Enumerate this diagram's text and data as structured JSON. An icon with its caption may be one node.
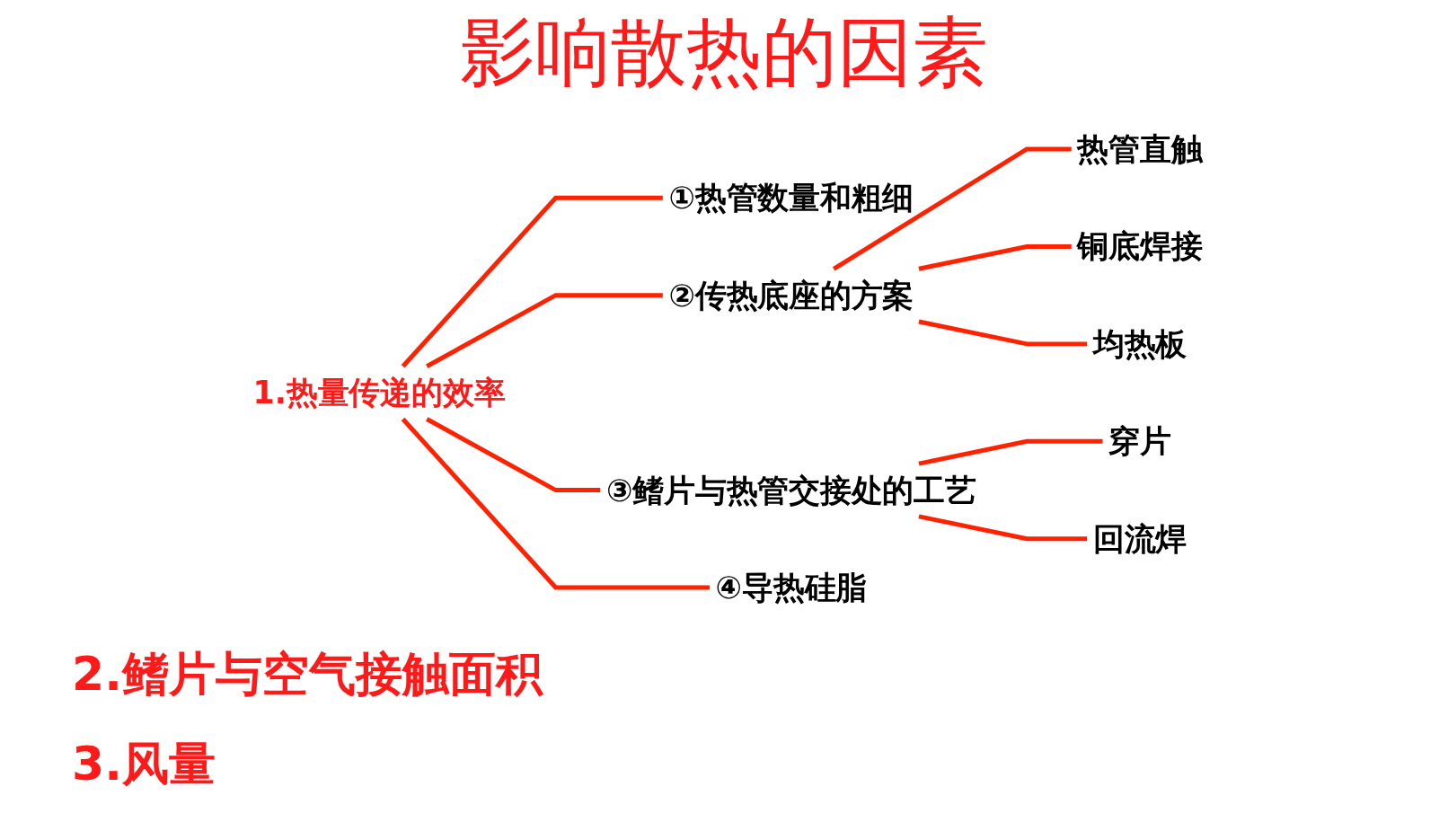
{
  "diagram": {
    "title": "影响散热的因素",
    "nodes": [
      {
        "text": [
          "1.热量传递的效率"
        ]
      },
      {
        "text": [
          "①热管数量和粗细"
        ]
      },
      {
        "text": [
          "②传热底座的方案"
        ]
      },
      {
        "text": [
          "③鳍片与热管交接处的工艺"
        ]
      },
      {
        "text": [
          "④导热硅脂"
        ]
      },
      {
        "text": [
          "热管直触"
        ]
      },
      {
        "text": [
          "铜底焊接"
        ]
      },
      {
        "text": [
          "均热板"
        ]
      },
      {
        "text": [
          "穿片"
        ]
      },
      {
        "text": [
          "回流焊"
        ]
      }
    ],
    "edges": [
      {
        "from": 0,
        "to": 1,
        "arrow": "none"
      },
      {
        "from": 0,
        "to": 2,
        "arrow": "none"
      },
      {
        "from": 0,
        "to": 3,
        "arrow": "none"
      },
      {
        "from": 0,
        "to": 4,
        "arrow": "none"
      },
      {
        "from": 2,
        "to": 5,
        "arrow": "none"
      },
      {
        "from": 2,
        "to": 6,
        "arrow": "none"
      },
      {
        "from": 2,
        "to": 7,
        "arrow": "none"
      },
      {
        "from": 3,
        "to": 8,
        "arrow": "none"
      },
      {
        "from": 3,
        "to": 9,
        "arrow": "none"
      }
    ],
    "labels": [
      "2.鳍片与空气接触面积",
      "3.风量"
    ]
  }
}
